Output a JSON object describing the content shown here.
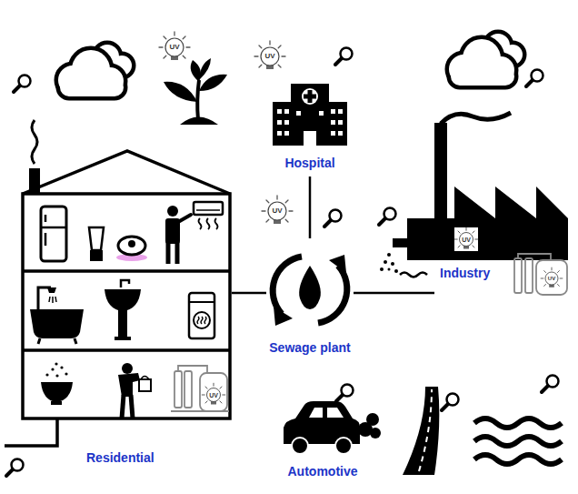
{
  "diagram": {
    "nodes": [
      {
        "text": [
          "Hospital"
        ]
      },
      {
        "text": [
          "Residential"
        ]
      },
      {
        "text": [
          "Sewage plant"
        ]
      },
      {
        "text": [
          "Industry"
        ]
      },
      {
        "text": [
          "Automotive"
        ]
      }
    ],
    "edges": [
      {
        "from": 1,
        "to": 2,
        "arrow": "none"
      },
      {
        "from": 0,
        "to": 2,
        "arrow": "none"
      },
      {
        "from": 2,
        "to": 3,
        "arrow": "none"
      }
    ],
    "labels": [
      "UV",
      "UV",
      "UV",
      "UV",
      "UV",
      "UV"
    ]
  }
}
